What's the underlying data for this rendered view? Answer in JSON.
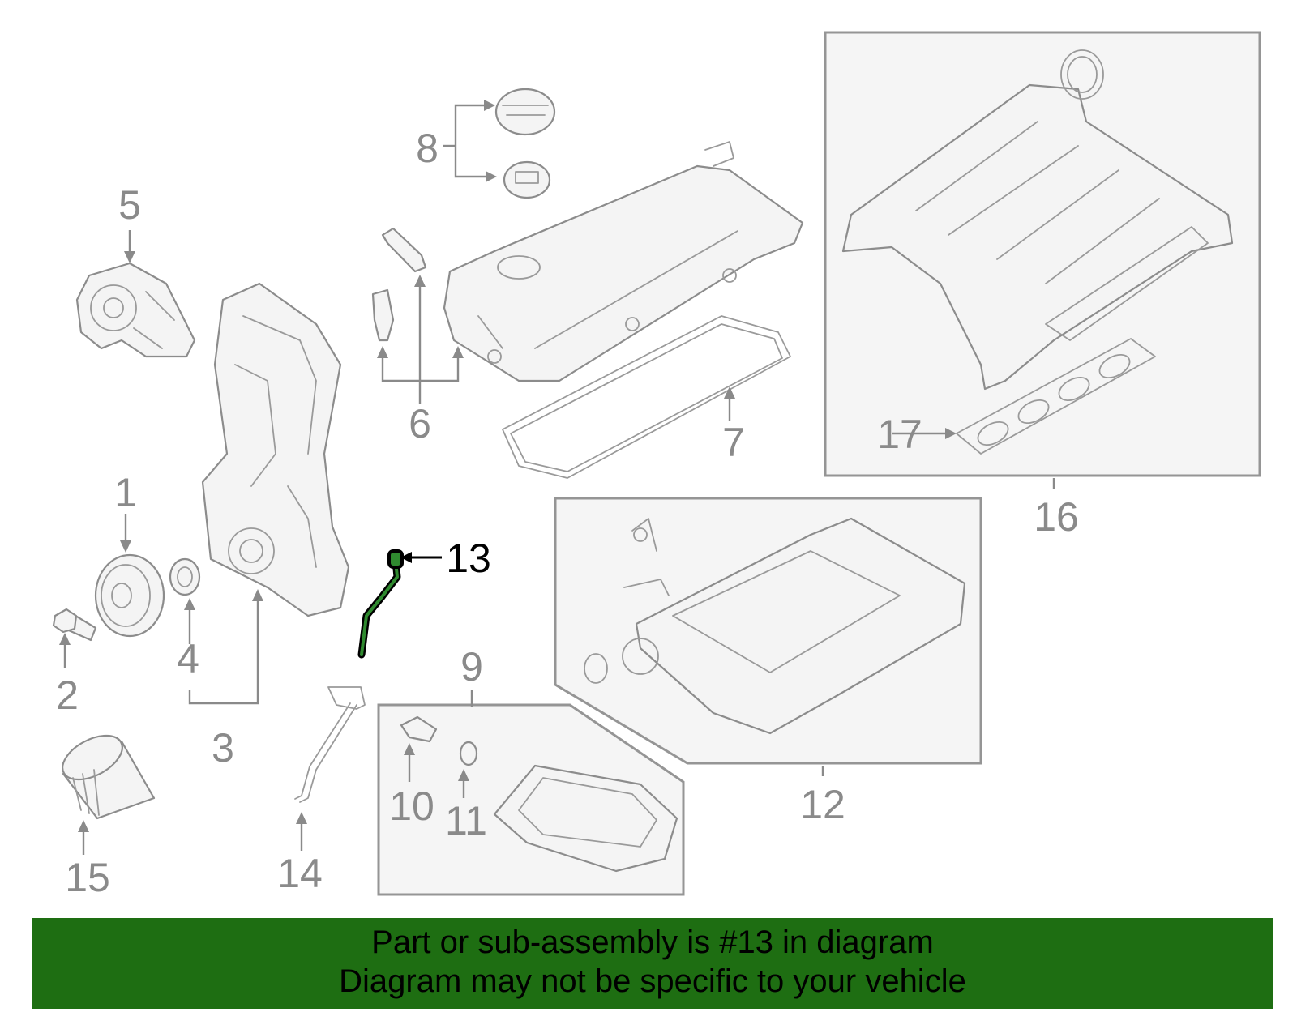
{
  "callouts": {
    "c1": "1",
    "c2": "2",
    "c3": "3",
    "c4": "4",
    "c5": "5",
    "c6": "6",
    "c7": "7",
    "c8": "8",
    "c9": "9",
    "c10": "10",
    "c11": "11",
    "c12": "12",
    "c13": "13",
    "c14": "14",
    "c15": "15",
    "c16": "16",
    "c17": "17"
  },
  "highlighted_part": "13",
  "colors": {
    "highlight": "#000000",
    "highlight_fill": "#2f8a2f",
    "banner": "#1e6e12",
    "parts": "#8c8c8c"
  },
  "banner": {
    "line1": "Part or sub-assembly is #13 in diagram",
    "line2": "Diagram may not be specific to your vehicle"
  }
}
